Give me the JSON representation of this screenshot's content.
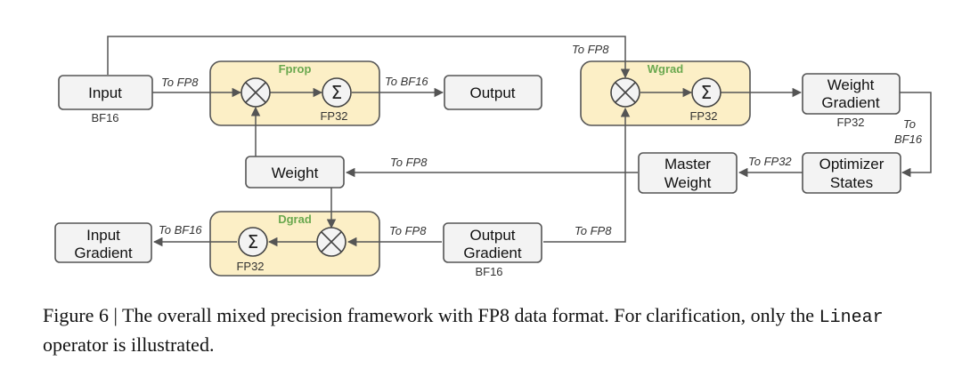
{
  "nodes": {
    "input": {
      "label": "Input",
      "sub": "BF16"
    },
    "output": {
      "label": "Output"
    },
    "weight": {
      "label": "Weight"
    },
    "weight_gradient": {
      "line1": "Weight",
      "line2": "Gradient",
      "sub": "FP32"
    },
    "master_weight": {
      "line1": "Master",
      "line2": "Weight"
    },
    "optimizer_states": {
      "line1": "Optimizer",
      "line2": "States"
    },
    "input_gradient": {
      "line1": "Input",
      "line2": "Gradient"
    },
    "output_gradient": {
      "line1": "Output",
      "line2": "Gradient",
      "sub": "BF16"
    }
  },
  "groups": {
    "fprop": {
      "title": "Fprop",
      "precision": "FP32",
      "sum_symbol": "Σ"
    },
    "wgrad": {
      "title": "Wgrad",
      "precision": "FP32",
      "sum_symbol": "Σ"
    },
    "dgrad": {
      "title": "Dgrad",
      "precision": "FP32",
      "sum_symbol": "Σ"
    }
  },
  "edge_labels": {
    "input_to_fprop": "To FP8",
    "fprop_to_output": "To BF16",
    "input_to_wgrad": "To FP8",
    "wgrad_grad_to_optimizer_1": "To",
    "wgrad_grad_to_optimizer_2": "BF16",
    "optimizer_to_master": "To FP32",
    "master_to_weight": "To FP8",
    "dgrad_to_input_gradient": "To BF16",
    "output_gradient_to_dgrad": "To FP8",
    "output_gradient_to_wgrad": "To FP8"
  },
  "caption": {
    "prefix": "Figure 6 | The overall mixed precision framework with FP8 data format. For clarification, only the ",
    "code": "Linear",
    "suffix": " operator is illustrated."
  }
}
